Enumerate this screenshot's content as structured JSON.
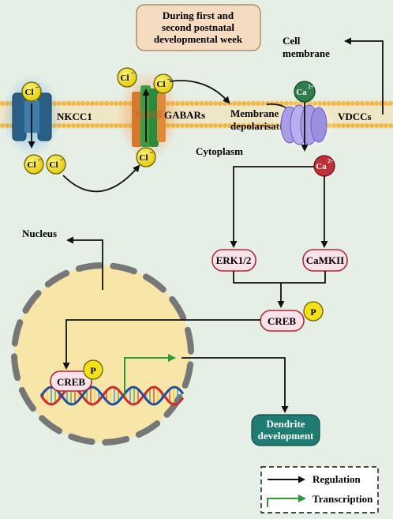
{
  "title_box": {
    "line1": "During first and",
    "line2": "second postnatal",
    "line3": "developmental week",
    "fill": "#f5dcc0",
    "stroke": "#a07a50"
  },
  "labels": {
    "cell_membrane_1": "Cell",
    "cell_membrane_2": "membrane",
    "nkcc1": "NKCC1",
    "gabars": "GABARs",
    "vdccs": "VDCCs",
    "membrane_depol_1": "Membrane",
    "membrane_depol_2": "depolarisation",
    "cytoplasm": "Cytoplasm",
    "nucleus": "Nucleus"
  },
  "ions": {
    "cl": "Cl",
    "ca": "Ca",
    "minus": "−",
    "two_plus": "2+"
  },
  "nodes": {
    "erk": "ERK1/2",
    "camkii": "CaMKII",
    "creb_cyto": "CREB",
    "creb_nuc": "CREB",
    "phospho": "P",
    "dendrite_1": "Dendrite",
    "dendrite_2": "development"
  },
  "legend": {
    "regulation": "Regulation",
    "transcription": "Transcription"
  },
  "colors": {
    "background": "#e6efe6",
    "membrane": "#f2c97a",
    "chloride": "#f3e21a",
    "calcium_channel_ion": "#2f7d4f",
    "calcium_cyto_ion": "#c0303a",
    "nucleus": "#f8e6a8",
    "nuclear_envelope": "#777777",
    "node_fill": "#fbe2ea",
    "node_stroke": "#b0283c",
    "dendrite_box": "#1f7c72",
    "transcription_arrow": "#2e9a3c",
    "nkcc1": "#2a5f86",
    "vdcc": "#a99ee6"
  }
}
